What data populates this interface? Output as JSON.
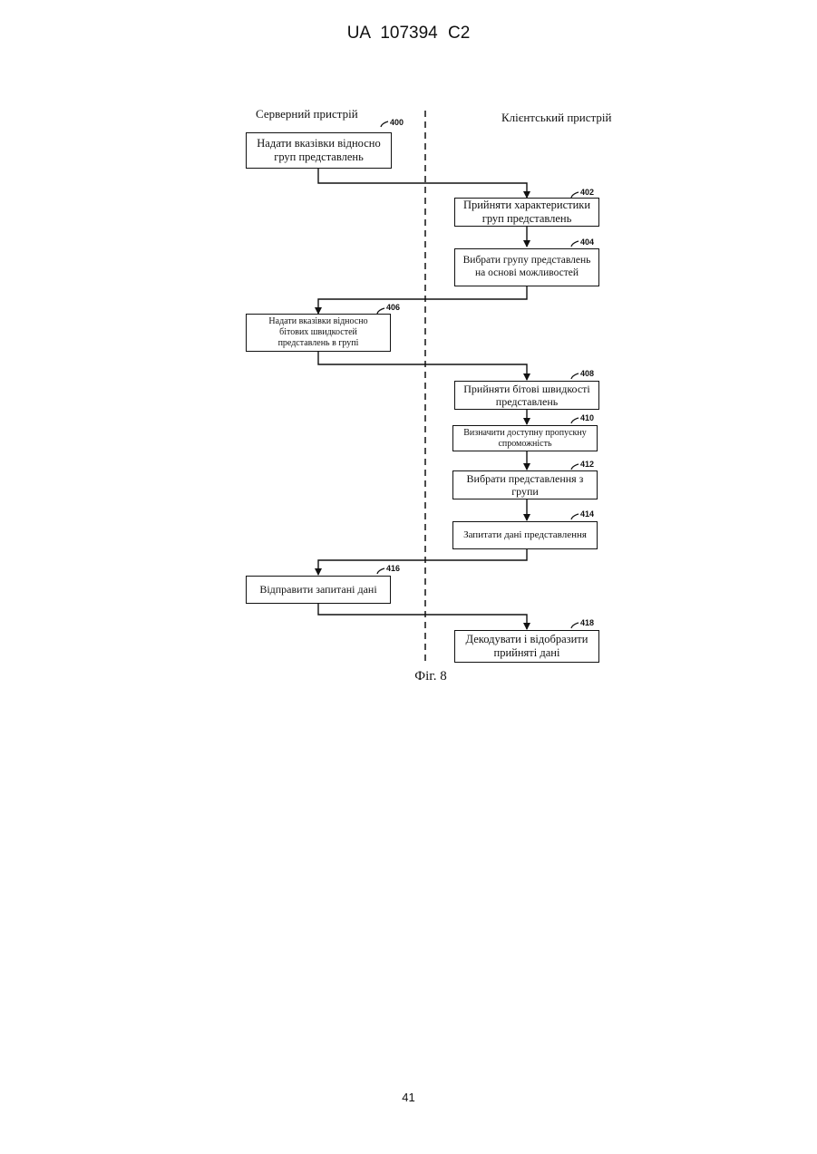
{
  "header": {
    "text": "UA 107394 C2"
  },
  "page_number": "41",
  "columns": {
    "server": "Серверний пристрій",
    "client": "Клієнтський пристрій"
  },
  "steps": [
    {
      "ref": "400",
      "text": "Надати вказівки відносно\nгруп представлень"
    },
    {
      "ref": "402",
      "text": "Прийняти характеристики\nгруп представлень"
    },
    {
      "ref": "404",
      "text": "Вибрати групу представлень\nна основі можливостей"
    },
    {
      "ref": "406",
      "text": "Надати вказівки відносно\nбітових швидкостей\nпредставлень в групі"
    },
    {
      "ref": "408",
      "text": "Прийняти бітові швидкості\nпредставлень"
    },
    {
      "ref": "410",
      "text": "Визначити доступну пропускну\nспроможність"
    },
    {
      "ref": "412",
      "text": "Вибрати представлення з\nгрупи"
    },
    {
      "ref": "414",
      "text": "Запитати дані представлення"
    },
    {
      "ref": "416",
      "text": "Відправити запитані дані"
    },
    {
      "ref": "418",
      "text": "Декодувати і відобразити\nприйняті дані"
    }
  ],
  "caption": "Фіг. 8"
}
